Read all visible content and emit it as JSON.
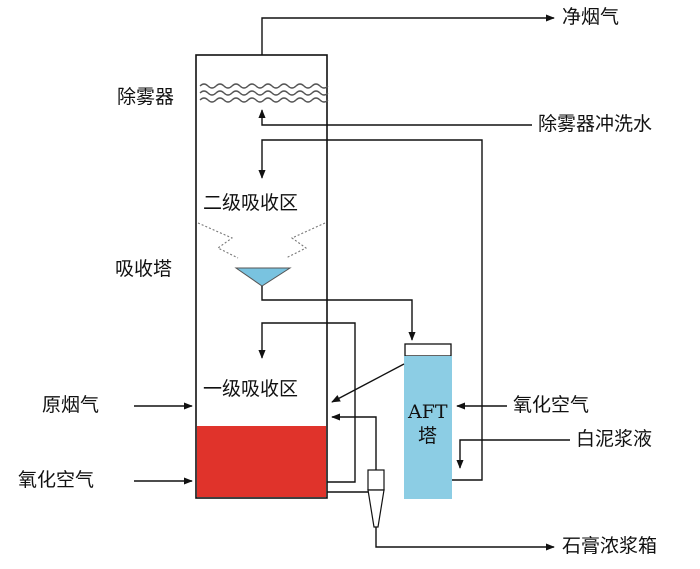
{
  "labels": {
    "clean_flue_gas": "净烟气",
    "demister": "除雾器",
    "demister_wash_water": "除雾器冲洗水",
    "secondary_absorption_zone": "二级吸收区",
    "absorption_tower": "吸收塔",
    "primary_absorption_zone": "一级吸收区",
    "raw_flue_gas": "原烟气",
    "oxidation_air_left": "氧化空气",
    "oxidation_air_right": "氧化空气",
    "aft_tower_line1": "AFT",
    "aft_tower_line2": "塔",
    "white_mud_slurry": "白泥浆液",
    "gypsum_slurry_tank": "石膏浓浆箱"
  },
  "colors": {
    "line": "#111111",
    "slurry_pool": "#e0332b",
    "aft_tower": "#8ccde4",
    "collector_liquid": "#79c3e0"
  }
}
